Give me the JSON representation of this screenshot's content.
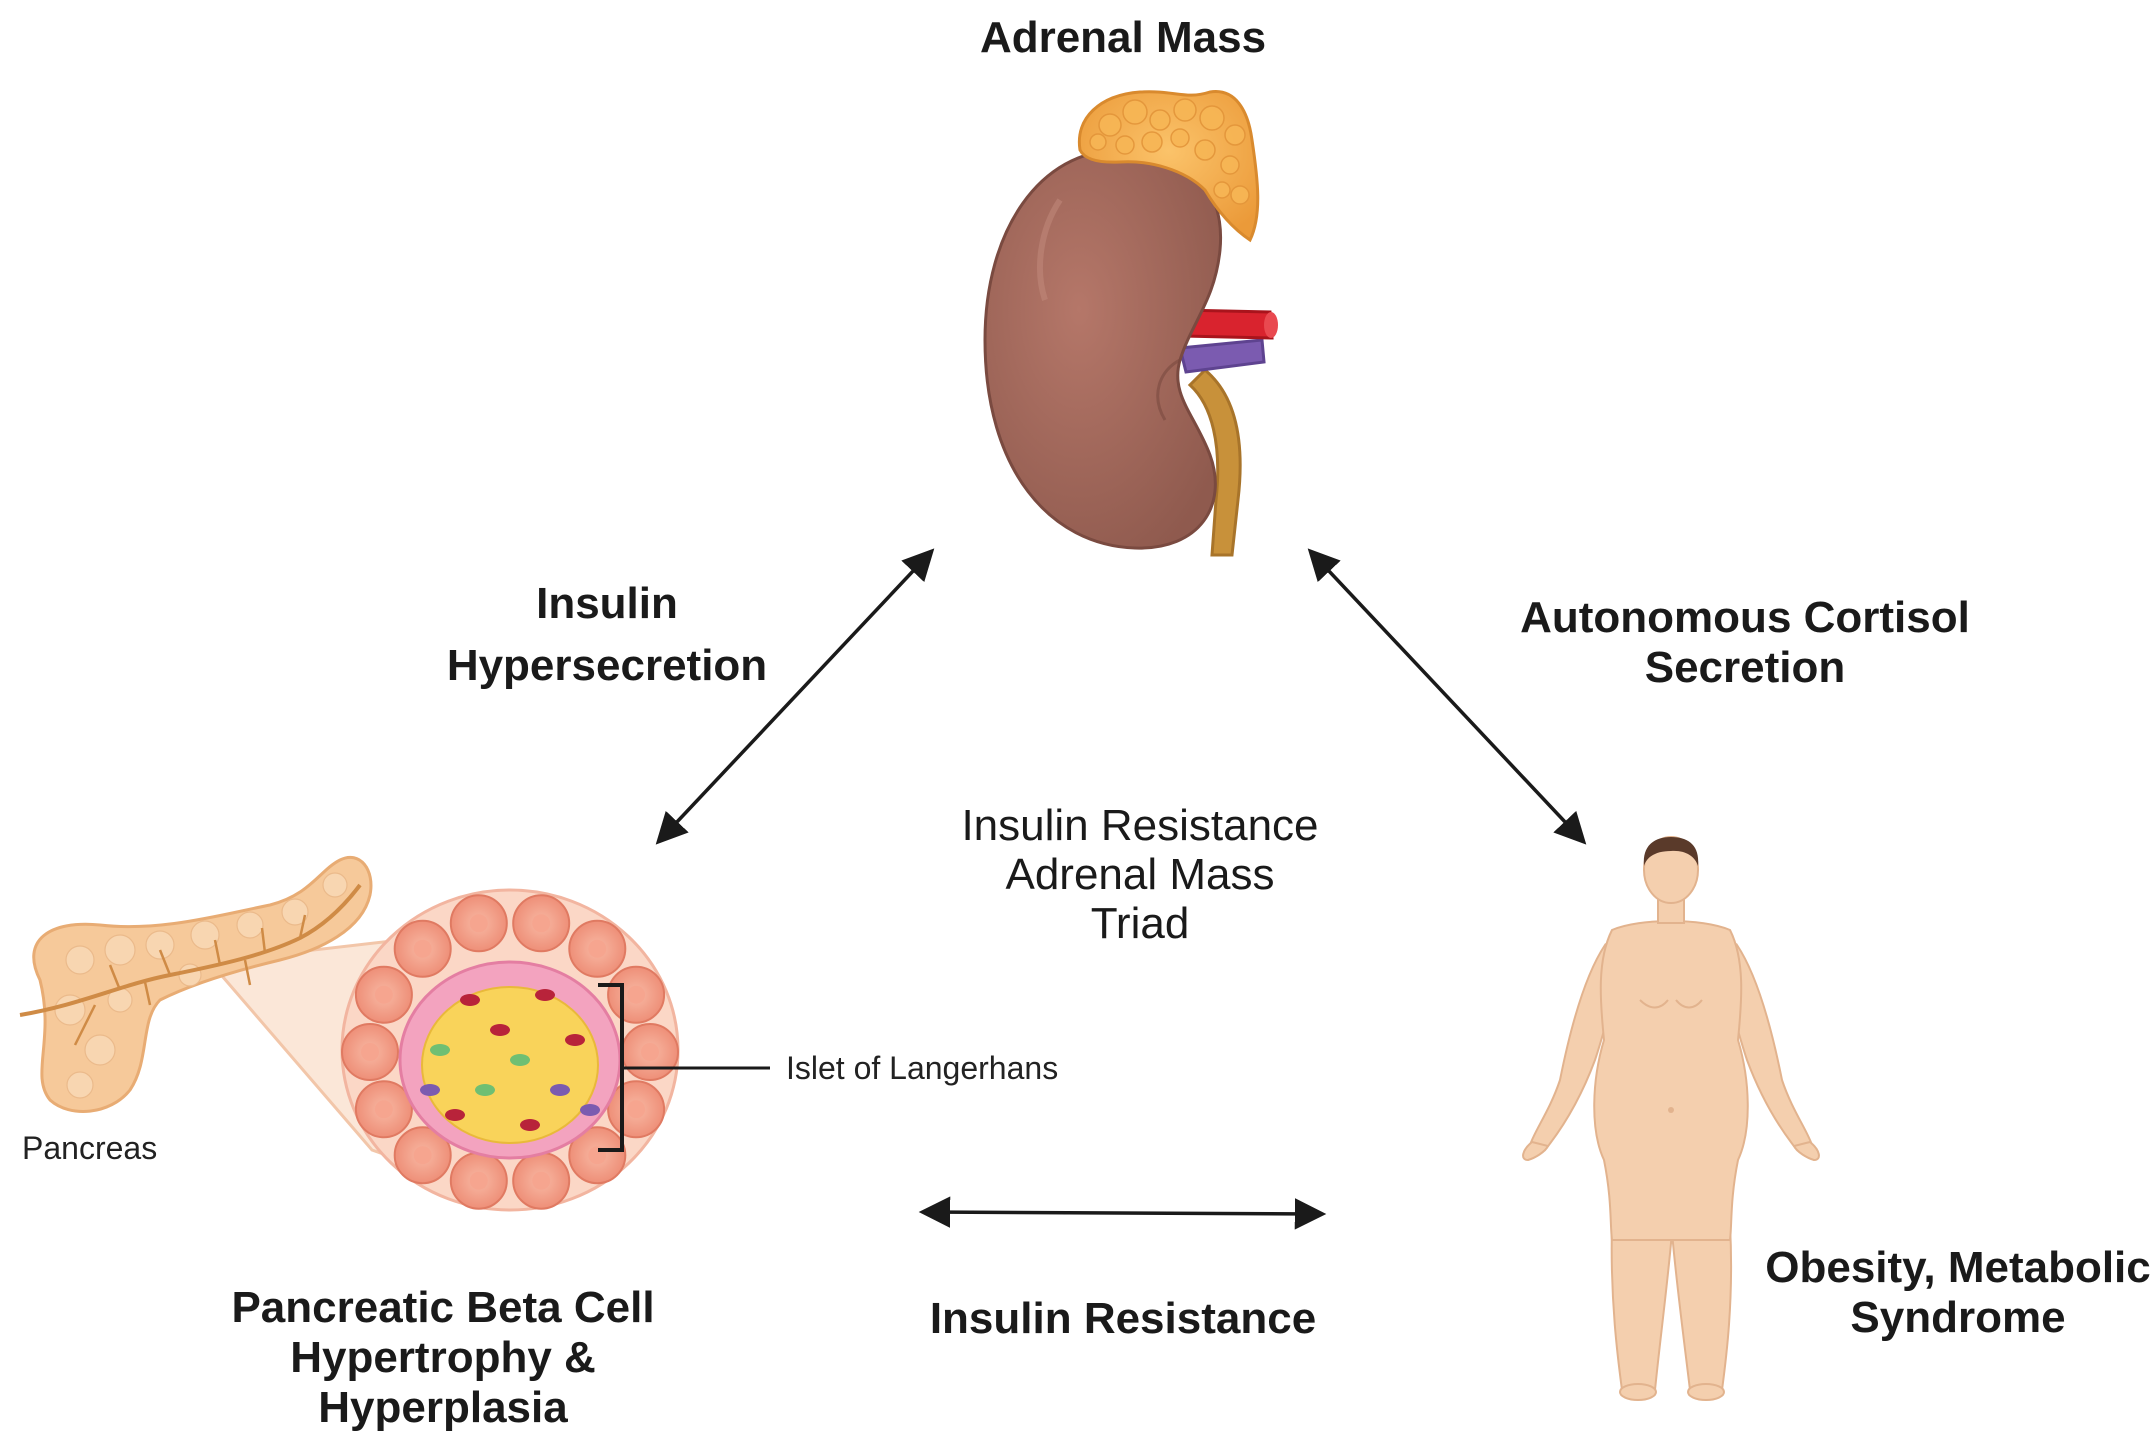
{
  "nodes": {
    "adrenal": {
      "title": "Adrenal Mass"
    },
    "pancreas": {
      "organ_label": "Pancreas",
      "islet_label": "Islet of Langerhans",
      "caption_lines": [
        "Pancreatic Beta Cell",
        "Hypertrophy &",
        "Hyperplasia"
      ]
    },
    "human": {
      "caption_lines": [
        "Obesity, Metabolic",
        "Syndrome"
      ]
    }
  },
  "edges": {
    "left": {
      "label_lines": [
        "Insulin",
        "Hypersecretion"
      ]
    },
    "right": {
      "label_lines": [
        "Autonomous Cortisol",
        "Secretion"
      ]
    },
    "bottom": {
      "label": "Insulin Resistance"
    }
  },
  "center": {
    "lines": [
      "Insulin Resistance",
      "Adrenal Mass",
      "Triad"
    ]
  },
  "colors": {
    "kidney": "#a0675a",
    "adrenal_gland": "#f2a84a",
    "artery": "#d9232e",
    "vein": "#7b5bb0",
    "ureter": "#c8913a",
    "pancreas": "#f6c99a",
    "islet_core": "#f9d35a",
    "skin": "#f4cfae",
    "hair": "#5a3a2a",
    "arrow": "#1a1a1a"
  }
}
